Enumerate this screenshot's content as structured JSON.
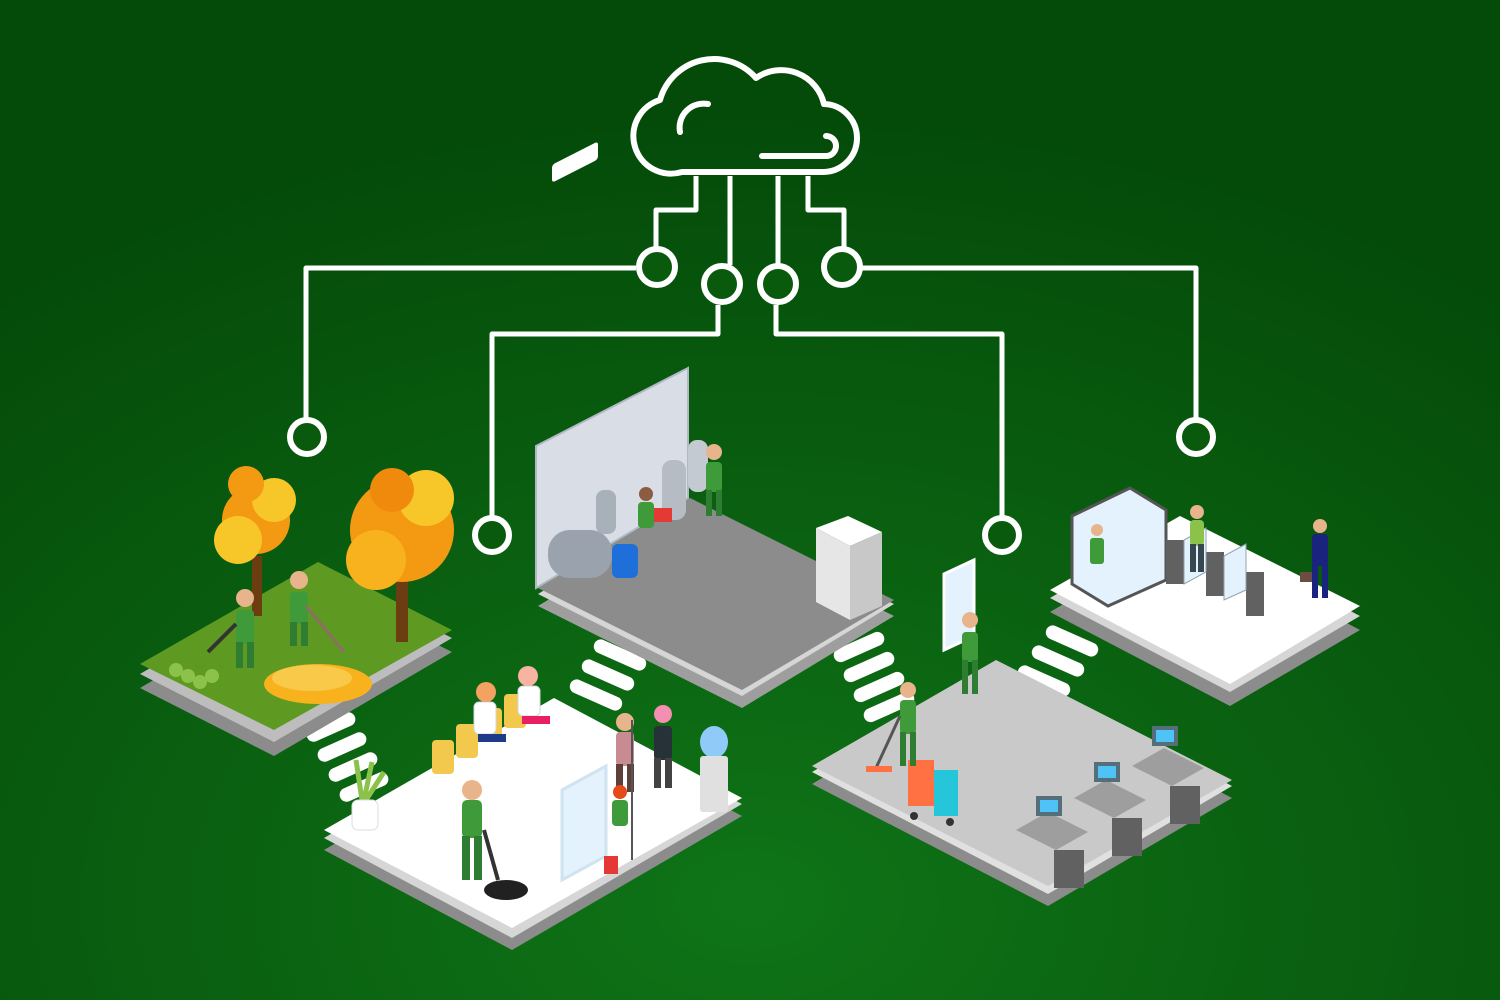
{
  "colors": {
    "background_top": "#044c09",
    "background_bottom": "#0d6b14",
    "connector": "#ffffff",
    "uniform_green": "#3f9a3a",
    "platform_white": "#ffffff",
    "platform_grey": "#8c8c8c",
    "platform_light_grey": "#c9c9c9",
    "grass": "#5e9a22",
    "foliage_orange": "#f39a12",
    "foliage_yellow": "#f7c72a"
  },
  "icons": {
    "hub": "cloud-icon",
    "nodes": [
      "connector-node-icon",
      "connector-node-icon",
      "connector-node-icon",
      "connector-node-icon"
    ],
    "endpoints": [
      "endpoint-node-icon",
      "endpoint-node-icon",
      "endpoint-node-icon",
      "endpoint-node-icon"
    ]
  },
  "scenes": [
    {
      "id": "garden",
      "icon": "autumn-tree-icon"
    },
    {
      "id": "lobby",
      "icon": "water-cooler-icon"
    },
    {
      "id": "boiler-room",
      "icon": "boiler-icon"
    },
    {
      "id": "office",
      "icon": "computer-desk-icon"
    },
    {
      "id": "entrance",
      "icon": "turnstile-icon"
    }
  ]
}
